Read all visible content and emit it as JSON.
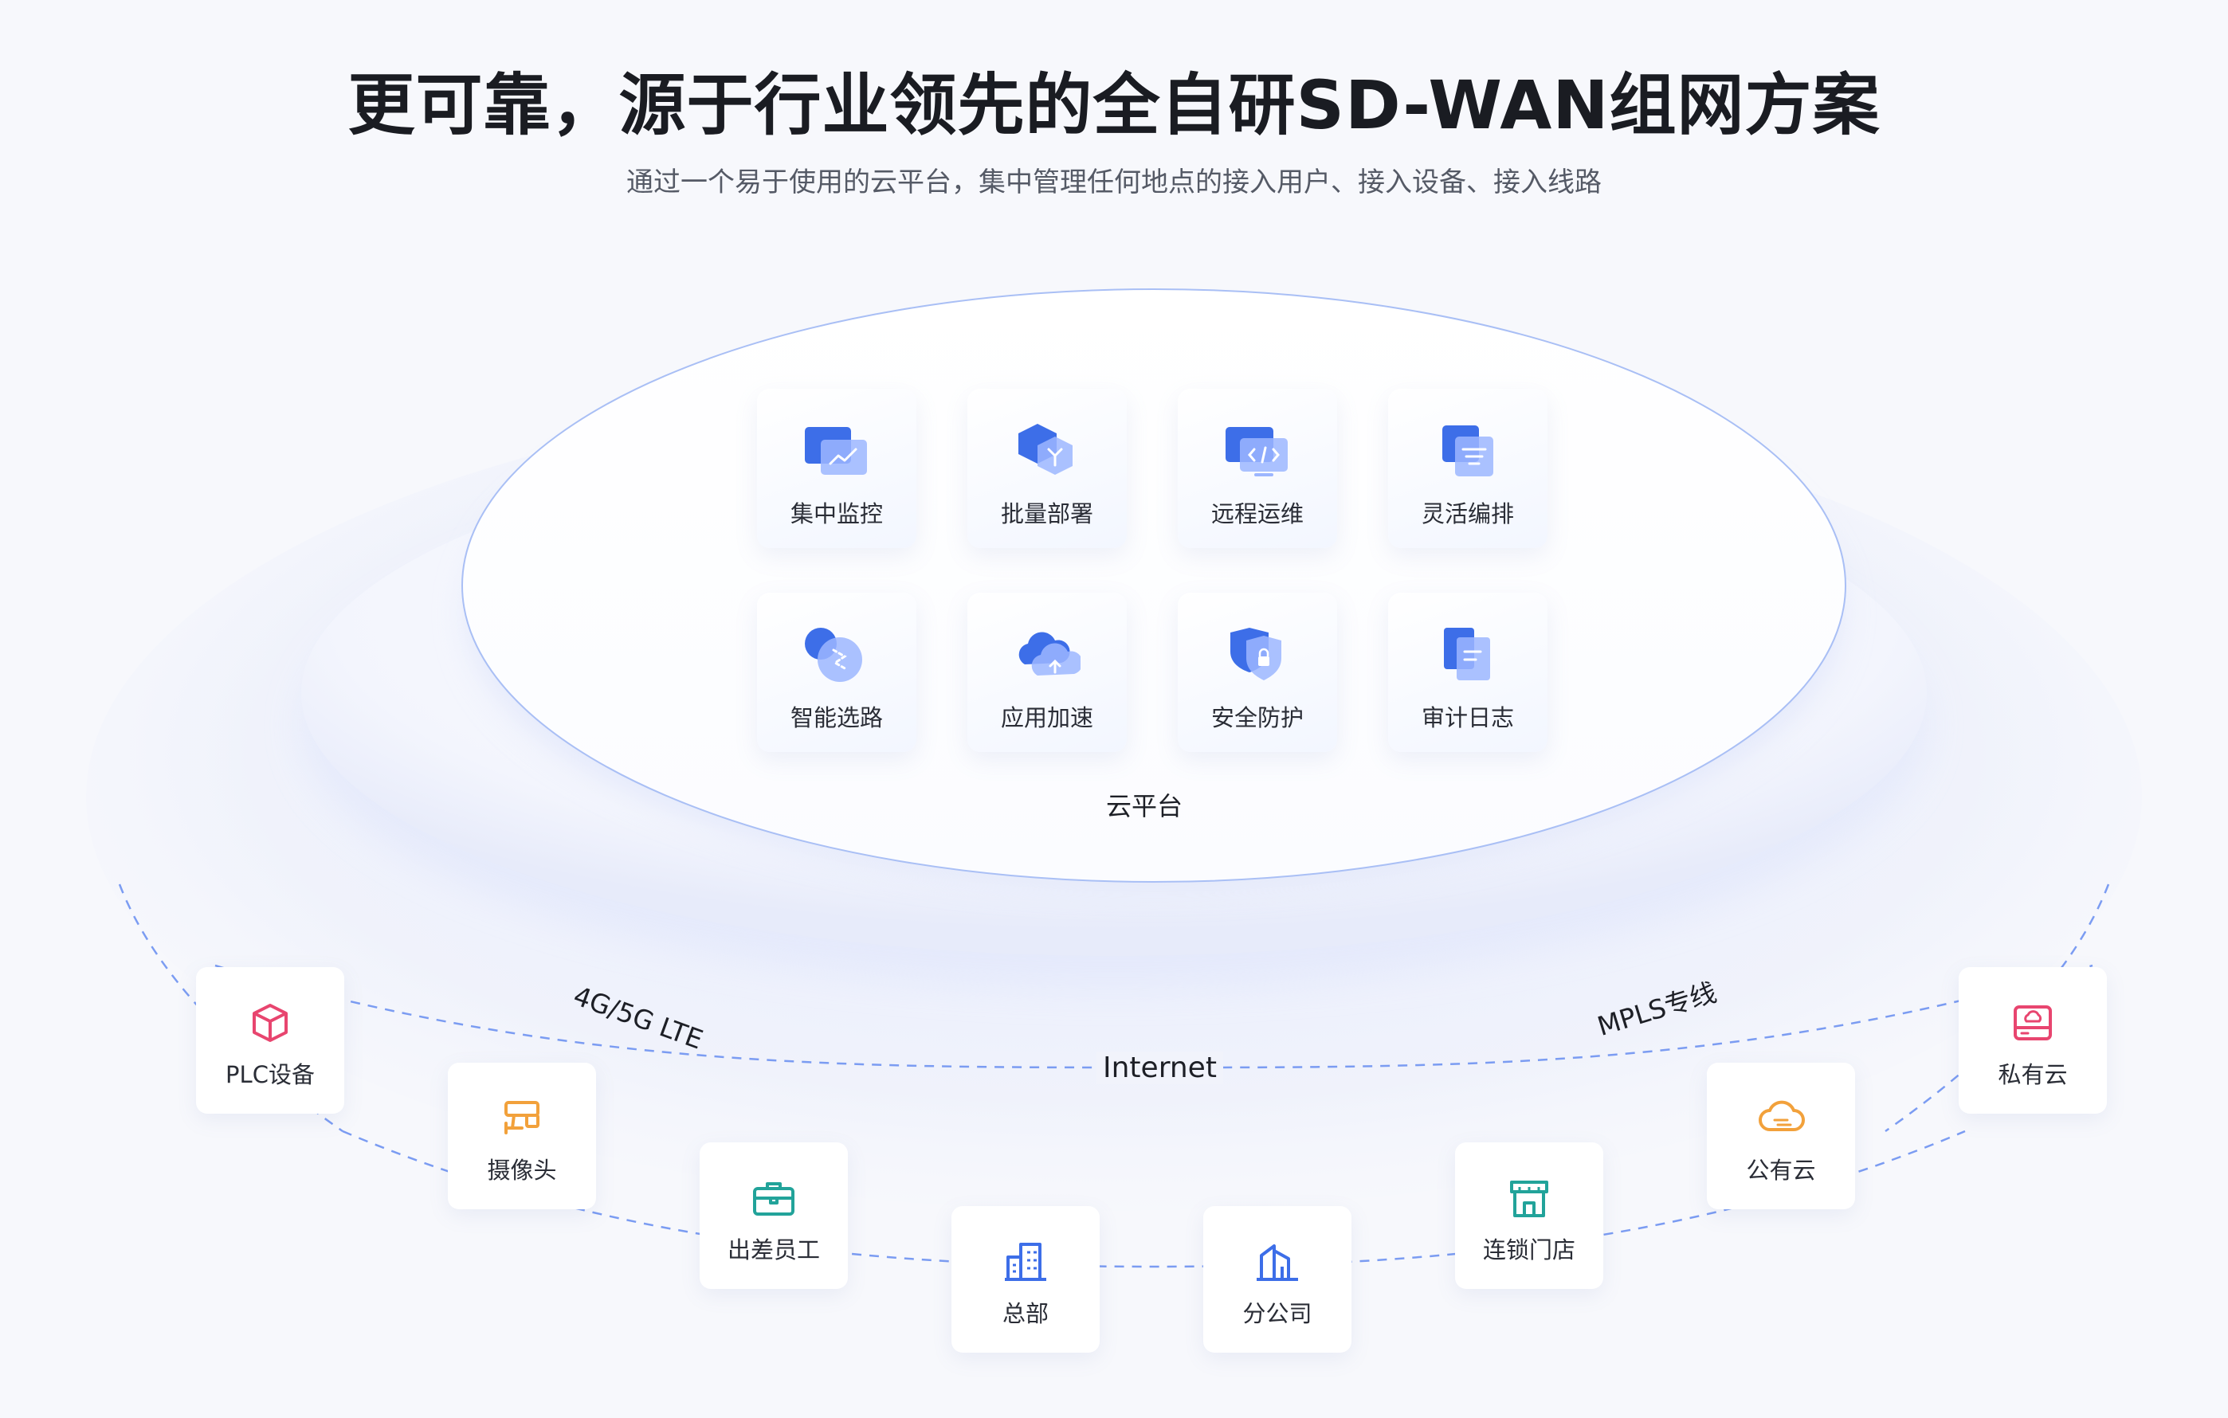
{
  "header": {
    "title": "更可靠，源于行业领先的全自研SD-WAN组网方案",
    "subtitle": "通过一个易于使用的云平台，集中管理任何地点的接入用户、接入设备、接入线路"
  },
  "platform": {
    "label": "云平台",
    "features": [
      {
        "label": "集中监控",
        "icon": "monitor-chart-icon"
      },
      {
        "label": "批量部署",
        "icon": "hexagon-deploy-icon"
      },
      {
        "label": "远程运维",
        "icon": "remote-code-icon"
      },
      {
        "label": "灵活编排",
        "icon": "layout-list-icon"
      },
      {
        "label": "智能选路",
        "icon": "route-path-icon"
      },
      {
        "label": "应用加速",
        "icon": "cloud-upload-icon"
      },
      {
        "label": "安全防护",
        "icon": "shield-lock-icon"
      },
      {
        "label": "审计日志",
        "icon": "log-document-icon"
      }
    ]
  },
  "links": {
    "lte": "4G/5G LTE",
    "internet": "Internet",
    "mpls": "MPLS专线"
  },
  "endpoints": [
    {
      "label": "PLC设备",
      "icon": "cube-icon",
      "color": "#e8456f"
    },
    {
      "label": "摄像头",
      "icon": "camera-icon",
      "color": "#f2a13b"
    },
    {
      "label": "出差员工",
      "icon": "briefcase-icon",
      "color": "#22a39a"
    },
    {
      "label": "总部",
      "icon": "building-icon",
      "color": "#3d6ee8"
    },
    {
      "label": "分公司",
      "icon": "branch-building-icon",
      "color": "#3d6ee8"
    },
    {
      "label": "连锁门店",
      "icon": "store-icon",
      "color": "#22a39a"
    },
    {
      "label": "公有云",
      "icon": "public-cloud-icon",
      "color": "#f2a13b"
    },
    {
      "label": "私有云",
      "icon": "private-cloud-icon",
      "color": "#e8456f"
    }
  ],
  "colors": {
    "accent": "#3d6ee8",
    "accent_light": "#9cb6ff",
    "dash_line": "#7b9cf2"
  }
}
